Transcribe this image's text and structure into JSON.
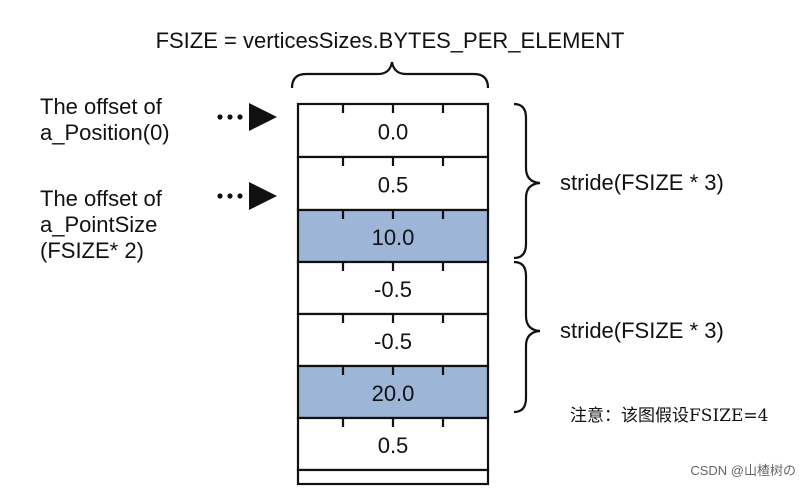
{
  "title": "FSIZE = verticesSizes.BYTES_PER_ELEMENT",
  "offset_labels": [
    {
      "lines": [
        "The offset of",
        "a_Position(0)"
      ]
    },
    {
      "lines": [
        "The offset of",
        "a_PointSize",
        "(FSIZE* 2)"
      ]
    }
  ],
  "cells": [
    {
      "value": "0.0",
      "highlight": false
    },
    {
      "value": "0.5",
      "highlight": false
    },
    {
      "value": "10.0",
      "highlight": true
    },
    {
      "value": "-0.5",
      "highlight": false
    },
    {
      "value": "-0.5",
      "highlight": false
    },
    {
      "value": "20.0",
      "highlight": true
    },
    {
      "value": "0.5",
      "highlight": false
    },
    {
      "value": "",
      "highlight": false
    }
  ],
  "stride_labels": [
    "stride(FSIZE * 3)",
    "stride(FSIZE * 3)"
  ],
  "note": "注意：该图假设FSIZE=4",
  "watermark": "CSDN @山楂树の",
  "colors": {
    "highlight": "#9db5d6",
    "stroke": "#111111",
    "background": "#ffffff"
  }
}
